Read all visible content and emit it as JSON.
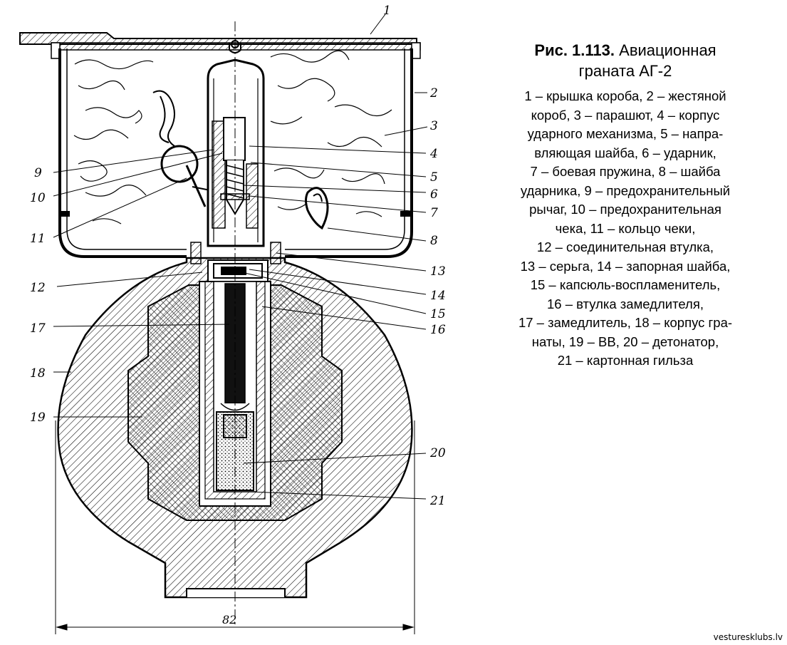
{
  "figure": {
    "title_prefix": "Рис. 1.113.",
    "title_line1": "Авиационная",
    "title_line2": "граната АГ-2",
    "legend_lines": [
      "1 – крышка короба, 2 – жестяной",
      "короб, 3 – парашют, 4 – корпус",
      "ударного механизма, 5 – напра-",
      "вляющая шайба, 6 – ударник,",
      "7 – боевая пружина, 8 – шайба",
      "ударника, 9 – предохранительный",
      "рычаг, 10 – предохранительная",
      "чека, 11 – кольцо чеки,",
      "12 – соединительная втулка,",
      "13 – серьга, 14 – запорная шайба,",
      "15 – капсюль-воспламенитель,",
      "16 – втулка замедлителя,",
      "17 – замедлитель, 18 – корпус гра-",
      "наты, 19 – ВВ, 20 – детонатор,",
      "21 – картонная гильза"
    ]
  },
  "labels": {
    "n1": "1",
    "n2": "2",
    "n3": "3",
    "n4": "4",
    "n5": "5",
    "n6": "6",
    "n7": "7",
    "n8": "8",
    "n9": "9",
    "n10": "10",
    "n11": "11",
    "n12": "12",
    "n13": "13",
    "n14": "14",
    "n15": "15",
    "n16": "16",
    "n17": "17",
    "n18": "18",
    "n19": "19",
    "n20": "20",
    "n21": "21"
  },
  "dimension": "82",
  "watermark": "vesturesklubs.lv"
}
